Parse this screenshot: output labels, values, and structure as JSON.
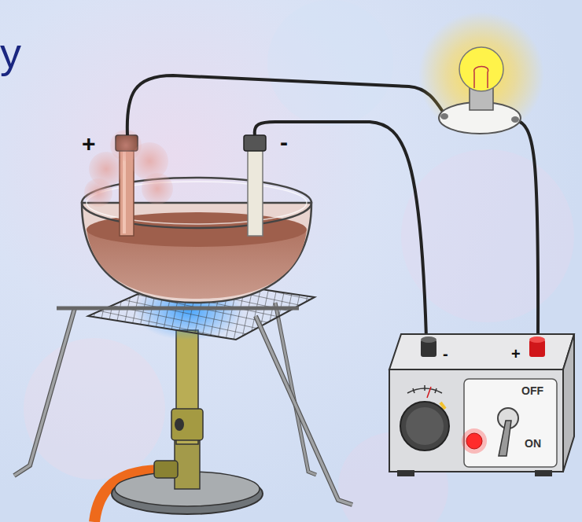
{
  "diagram": {
    "labels": [
      "y",
      "+",
      "-",
      "-",
      "+",
      "OFF",
      "ON"
    ]
  }
}
